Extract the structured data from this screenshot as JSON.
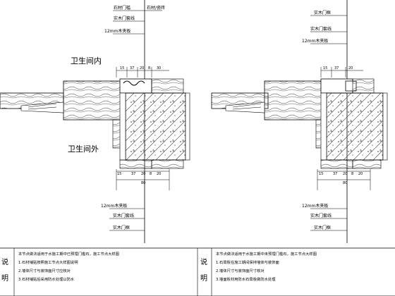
{
  "left": {
    "label_inside": "卫生间内",
    "label_outside": "卫生间外",
    "top_callouts": [
      "石材门槛",
      "实木门套线",
      "12mm木夹板",
      "石材/瓷砖"
    ],
    "bottom_callouts": [
      "12mm木夹板",
      "实木门套线",
      "实木门框"
    ],
    "dims_top": [
      "15",
      "37",
      "20",
      "8",
      "30"
    ],
    "dims_bottom": [
      "15",
      "37",
      "20",
      "8",
      "20",
      "80"
    ],
    "notes": {
      "title": "本节点做法适用于水施工期中已预埋门槛石，施工节点大样图",
      "items": [
        "1.石材铺贴按照施工节点大样图说明",
        "2.墙体尺寸与装饰面尺寸应核对",
        "3.石材铺贴后采用防水处理以防水"
      ]
    }
  },
  "right": {
    "top_callouts": [
      "实木门框",
      "实木门套线",
      "12mm木夹板"
    ],
    "bottom_callouts": [
      "12mm木夹板",
      "实木门套线",
      "实木门框"
    ],
    "dims_top": [
      "15",
      "37",
      "20"
    ],
    "dims_bottom": [
      "15",
      "37",
      "20",
      "8",
      "20",
      "80"
    ],
    "notes": {
      "title": "本节点做法适用于水施工期中未预埋门槛石，施工节点大样图",
      "items": [
        "1.石膏板在施工期间保持墙体与装饰面",
        "2.墙体尺寸与装饰面尺寸核对",
        "3.墙面板材用防水石膏板做防水处理"
      ]
    }
  },
  "footer": {
    "left_label": [
      "说",
      "明"
    ],
    "right_label": [
      "说",
      "明"
    ]
  },
  "colors": {
    "line": "#000000",
    "hatch": "#555555",
    "paper": "#ffffff"
  }
}
